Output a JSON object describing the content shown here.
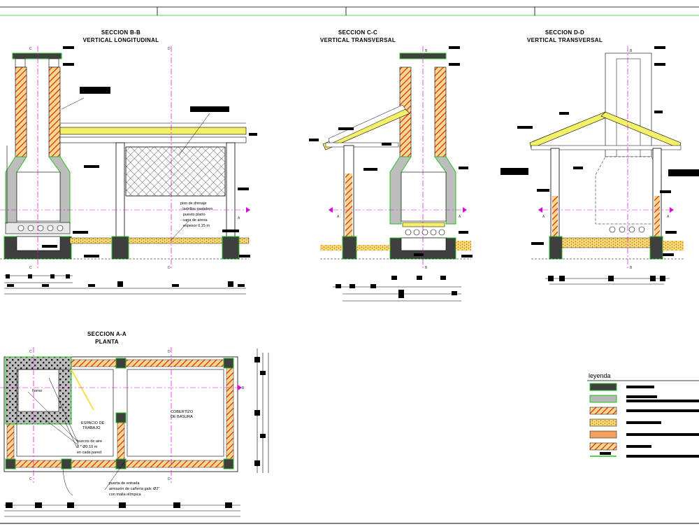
{
  "sections": {
    "b": {
      "title": "SECCION B-B",
      "subtitle": "VERTICAL LONGITUDINAL"
    },
    "c": {
      "title": "SECCION C-C",
      "subtitle": "VERTICAL TRANSVERSAL"
    },
    "d": {
      "title": "SECCION D-D",
      "subtitle": "VERTICAL TRANSVERSAL"
    },
    "a": {
      "title": "SECCION A-A",
      "subtitle": "PLANTA"
    }
  },
  "axis_tags": {
    "a": "A",
    "b": "B",
    "c": "C",
    "d": "D"
  },
  "notes": {
    "drain_1": "piso de drenaje",
    "drain_2": "- ladrillos pastelero",
    "drain_3": "puesto plano",
    "drain_4": "- capa de arena",
    "drain_5": "espesor 0.15 m",
    "work_1": "ESPACIO DE",
    "work_2": "TRABAJO",
    "cover_1": "COBERTIZO",
    "cover_2": "DE BASURA",
    "holes_1": "huecos de aire",
    "holes_2": "8 * Ø0.10 m",
    "holes_3": "en cada pared",
    "door_1": "puerta de entrada",
    "door_2": "armazón de cañería galv. Ø2\"",
    "door_3": "con malla olímpica",
    "hatch_label": "horno"
  },
  "legend": {
    "title": "leyenda",
    "colors": {
      "concrete": "#3f3f3f",
      "plaster": "#b8b8b8",
      "brick": "#e03a2a",
      "sand": "#e8d26a",
      "roof": "#f1a060",
      "fill": "#d84a2a"
    }
  },
  "colors": {
    "line": "#000000",
    "green": "#20c020",
    "magenta": "#e000e0",
    "concrete": "#3f3f3f",
    "brick_bg": "#f4e3a0",
    "brick_line": "#e02020",
    "gray": "#bdbdbd",
    "yellow": "#f5f06a"
  }
}
